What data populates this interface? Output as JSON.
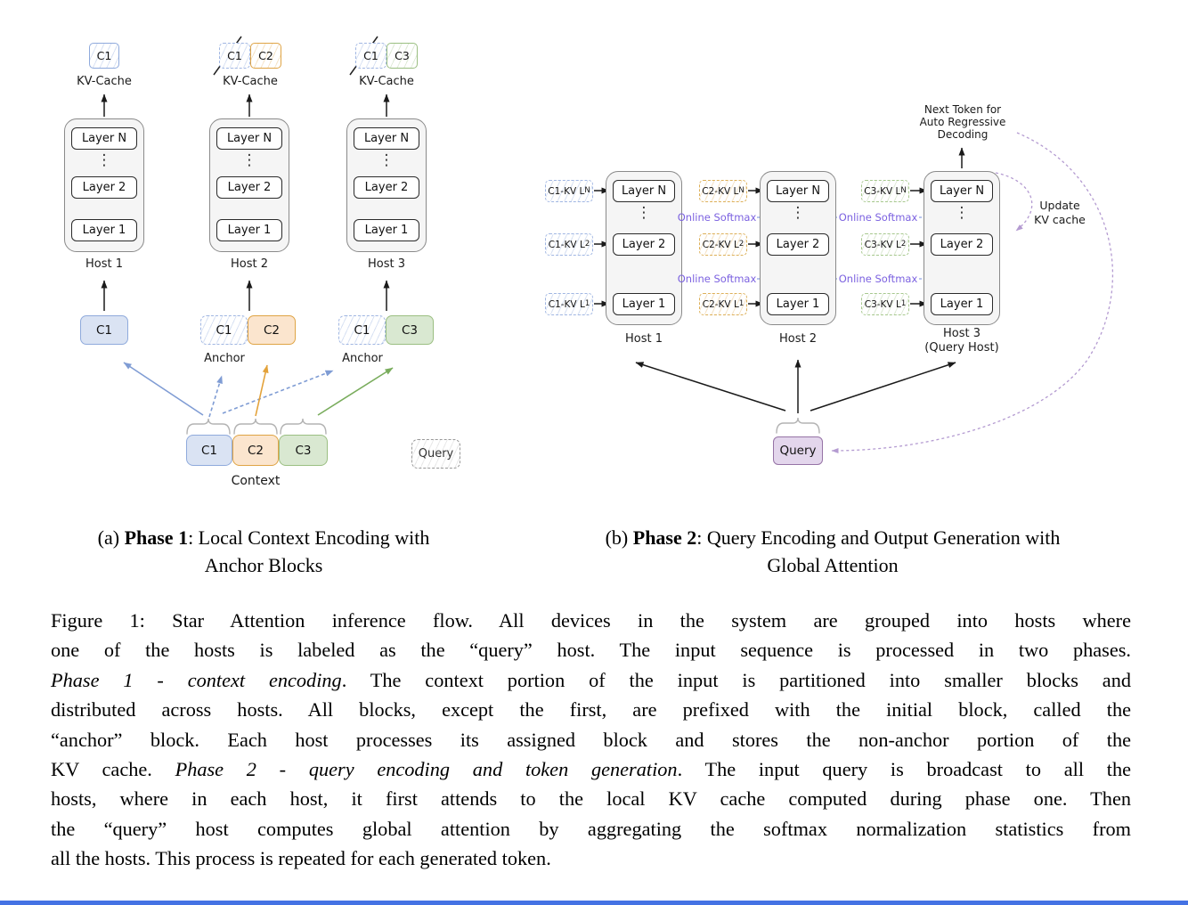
{
  "layers": {
    "top": "Layer N",
    "mid": "Layer 2",
    "bottom": "Layer 1",
    "dots": "⋮"
  },
  "phase1": {
    "kv_cache_label": "KV-Cache",
    "hosts": [
      "Host 1",
      "Host 2",
      "Host 3"
    ],
    "blocks": {
      "c1": "C1",
      "c2": "C2",
      "c3": "C3"
    },
    "anchor": "Anchor",
    "context": "Context",
    "query": "Query"
  },
  "phase2": {
    "hosts": [
      "Host 1",
      "Host 2",
      "Host 3"
    ],
    "query_host": "(Query Host)",
    "online_softmax": "Online Softmax",
    "next_token": [
      "Next Token for",
      "Auto Regressive",
      "Decoding"
    ],
    "update_kv": [
      "Update",
      "KV cache"
    ],
    "kv_prefix": {
      "c1": "C1-KV L",
      "c2": "C2-KV L",
      "c3": "C3-KV L"
    },
    "kv_sub": {
      "n": "N",
      "l2": "2",
      "l1": "1"
    },
    "query": "Query"
  },
  "subcaptions": {
    "a": {
      "prefix": "(a) ",
      "bold": "Phase 1",
      "rest": ": Local Context Encoding with",
      "line2": "Anchor Blocks"
    },
    "b": {
      "prefix": "(b) ",
      "bold": "Phase 2",
      "rest": ": Query Encoding and Output Generation with",
      "line2": "Global Attention"
    }
  },
  "caption": {
    "lines": [
      {
        "segs": [
          {
            "t": "Figure 1: Star Attention inference flow. All devices in the system are grouped into hosts where"
          }
        ]
      },
      {
        "segs": [
          {
            "t": "one of the hosts is labeled as the “query” host. The input sequence is processed in two phases."
          }
        ]
      },
      {
        "segs": [
          {
            "t": "Phase 1 - context encoding",
            "it": true
          },
          {
            "t": ". The context portion of the input is partitioned into smaller blocks and"
          }
        ]
      },
      {
        "segs": [
          {
            "t": "distributed across hosts. All blocks, except the first, are prefixed with the initial block, called the"
          }
        ]
      },
      {
        "segs": [
          {
            "t": "“anchor” block. Each host processes its assigned block and stores the non-anchor portion of the"
          }
        ]
      },
      {
        "segs": [
          {
            "t": "KV cache. "
          },
          {
            "t": "Phase 2 - query encoding and token generation",
            "it": true
          },
          {
            "t": ". The input query is broadcast to all the"
          }
        ]
      },
      {
        "segs": [
          {
            "t": "hosts, where in each host, it first attends to the local KV cache computed during phase one. Then"
          }
        ]
      },
      {
        "segs": [
          {
            "t": "the “query” host computes global attention by aggregating the softmax normalization statistics from"
          }
        ]
      },
      {
        "segs": [
          {
            "t": "all the hosts. This process is repeated for each generated token."
          }
        ]
      }
    ]
  },
  "colors": {
    "block_blue": "#dae3f3",
    "block_blue_border": "#8faadc",
    "block_orange": "#fbe5ce",
    "block_orange_border": "#dfa445",
    "block_green": "#d9e8d1",
    "block_green_border": "#9bbf82",
    "query_purple": "#e3d6ec",
    "query_purple_border": "#9673a6",
    "softmax_text": "#7b61e0",
    "softmax_arrow": "#9fb0e8",
    "purple_dashed": "#b49bd1",
    "bottom_bar": "#4472e4"
  }
}
